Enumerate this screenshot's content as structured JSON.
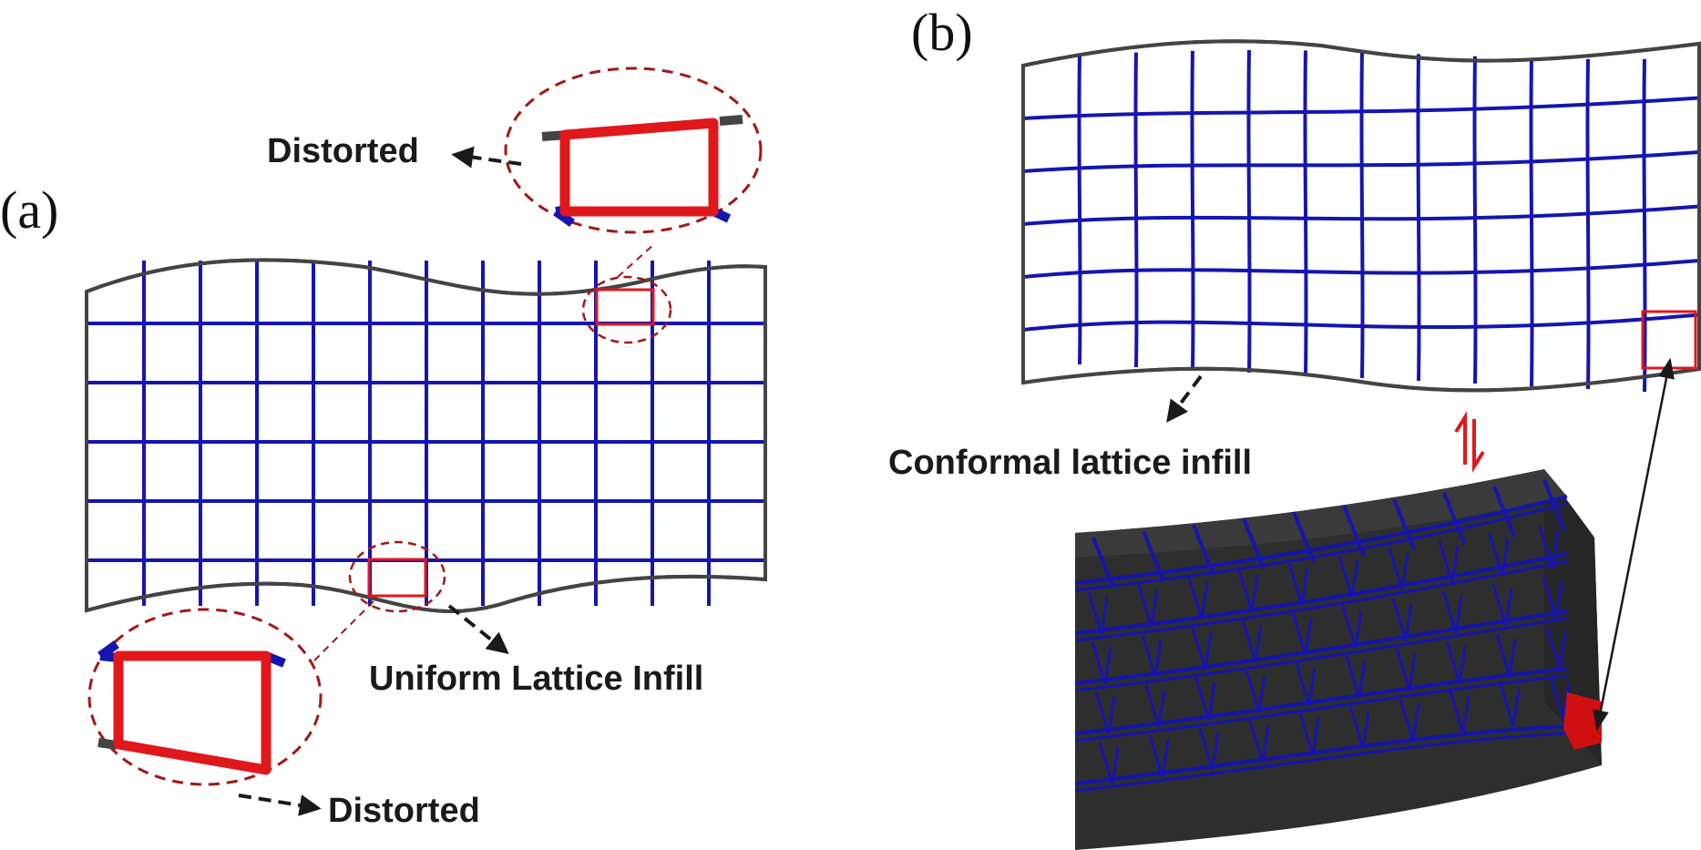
{
  "panels": {
    "a": {
      "label": "(a)"
    },
    "b": {
      "label": "(b)"
    }
  },
  "labels": {
    "distorted_top": "Distorted",
    "distorted_bottom": "Distorted",
    "uniform": "Uniform Lattice Infill",
    "conformal": "Conformal lattice infill"
  },
  "colors": {
    "lattice": "#1515b0",
    "highlight": "#e0181c",
    "outline": "#444444",
    "zoom_ring": "#a01818",
    "solid": "#2e2e2e",
    "arrow": "#1a1a1a"
  }
}
